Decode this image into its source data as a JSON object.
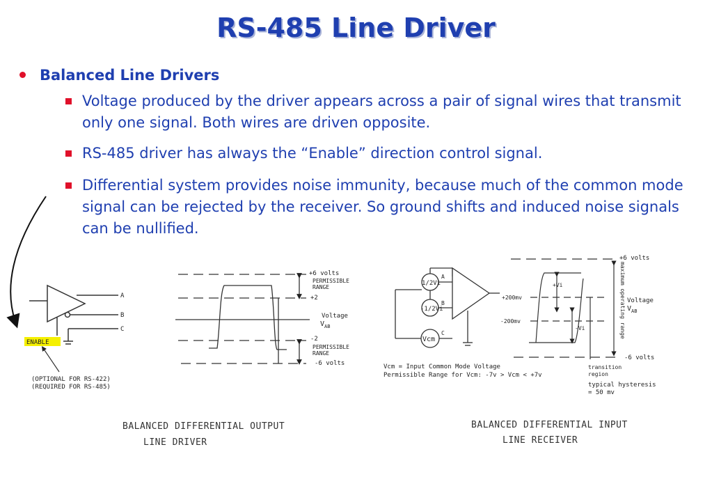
{
  "title": "RS-485 Line Driver",
  "bullet": "Balanced Line Drivers",
  "subpoints": [
    "Voltage produced by the driver appears across a pair of signal wires that transmit only one signal. Both wires are driven opposite.",
    "RS-485 driver has always the “Enable” direction control signal.",
    "Differential system provides noise immunity, because much of the common mode signal can be rejected by the receiver. So ground shifts and induced noise signals can be nullified."
  ],
  "driver_diagram": {
    "terminals": [
      "A",
      "B",
      "C"
    ],
    "enable_label": "ENABLE",
    "note_line1": "(OPTIONAL FOR RS-422)",
    "note_line2": "(REQUIRED FOR RS-485)",
    "v_top": "+6 volts",
    "permissible_top_1": "PERMISSIBLE",
    "permissible_top_2": "RANGE",
    "v_plus2": "+2",
    "voltage_label": "Voltage",
    "vab_v": "V",
    "vab_sub": "AB",
    "v_minus2": "-2",
    "permissible_bot_1": "PERMISSIBLE",
    "permissible_bot_2": "RANGE",
    "v_bottom": "-6 volts",
    "caption_line1": "BALANCED DIFFERENTIAL OUTPUT",
    "caption_line2": "LINE DRIVER"
  },
  "receiver_diagram": {
    "half_vi_pos": "1/2Vi",
    "half_vi_neg": "-1/2Vi",
    "vcm": "Vcm",
    "label_a": "A",
    "label_b": "B",
    "label_c": "C",
    "vcm_note": "Vcm = Input Common Mode Voltage",
    "range_note": "Permissible Range for Vcm: -7v > Vcm < +7v",
    "v_top": "+6 volts",
    "plus200": "+200mv",
    "minus200": "-200mv",
    "plus_vi": "+Vi",
    "minus_vi": "-Vi",
    "max_range": "maximum operating range",
    "voltage_label": "Voltage",
    "vab_v": "V",
    "vab_sub": "AB",
    "v_bottom": "-6 volts",
    "transition_1": "transition",
    "transition_2": "region",
    "hysteresis_1": "typical hysteresis",
    "hysteresis_2": "= 50 mv",
    "caption_line1": "BALANCED DIFFERENTIAL INPUT",
    "caption_line2": "LINE RECEIVER"
  },
  "colors": {
    "title": "#1f3fb0",
    "bullet": "#e0102a",
    "enable_bg": "#f5f000"
  }
}
